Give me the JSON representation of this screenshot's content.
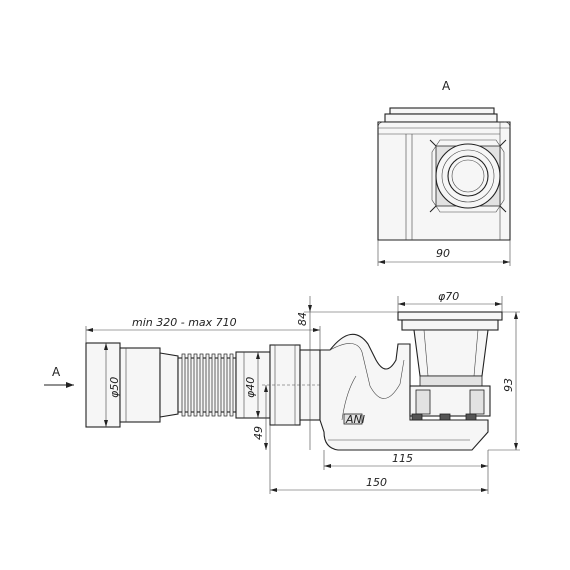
{
  "view_label": "A",
  "arrow_label": "A",
  "dimensions": {
    "top_width": "90",
    "cap_diameter": "φ70",
    "length_range": "min 320 - max 710",
    "height_84": "84",
    "height_93": "93",
    "height_49": "49",
    "width_115": "115",
    "width_150": "150",
    "hose_diameter": "φ50",
    "nut_diameter": "φ40"
  },
  "logo": "ANI"
}
